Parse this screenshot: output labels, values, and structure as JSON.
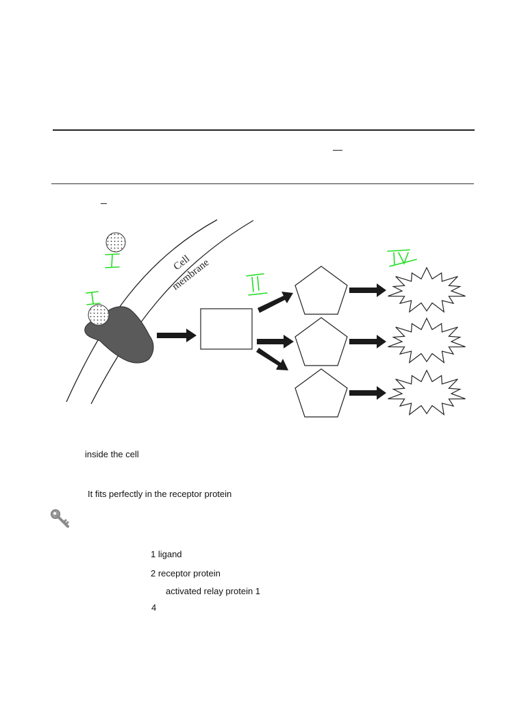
{
  "diagram": {
    "membrane_label_1": "Cell",
    "membrane_label_2": "membrane",
    "annotations": [
      "I",
      "I",
      "II",
      "IV"
    ]
  },
  "answers": {
    "inside": "inside the cell",
    "fits": "It fits perfectly in the receptor protein",
    "items": [
      "1 ligand",
      "2 receptor protein",
      "activated relay protein 1",
      "4"
    ]
  },
  "colors": {
    "annotation": "#22dd22",
    "receptor": "#5a5a5a",
    "arrow": "#1a1a1a"
  },
  "icons": {
    "key": "key-icon"
  }
}
